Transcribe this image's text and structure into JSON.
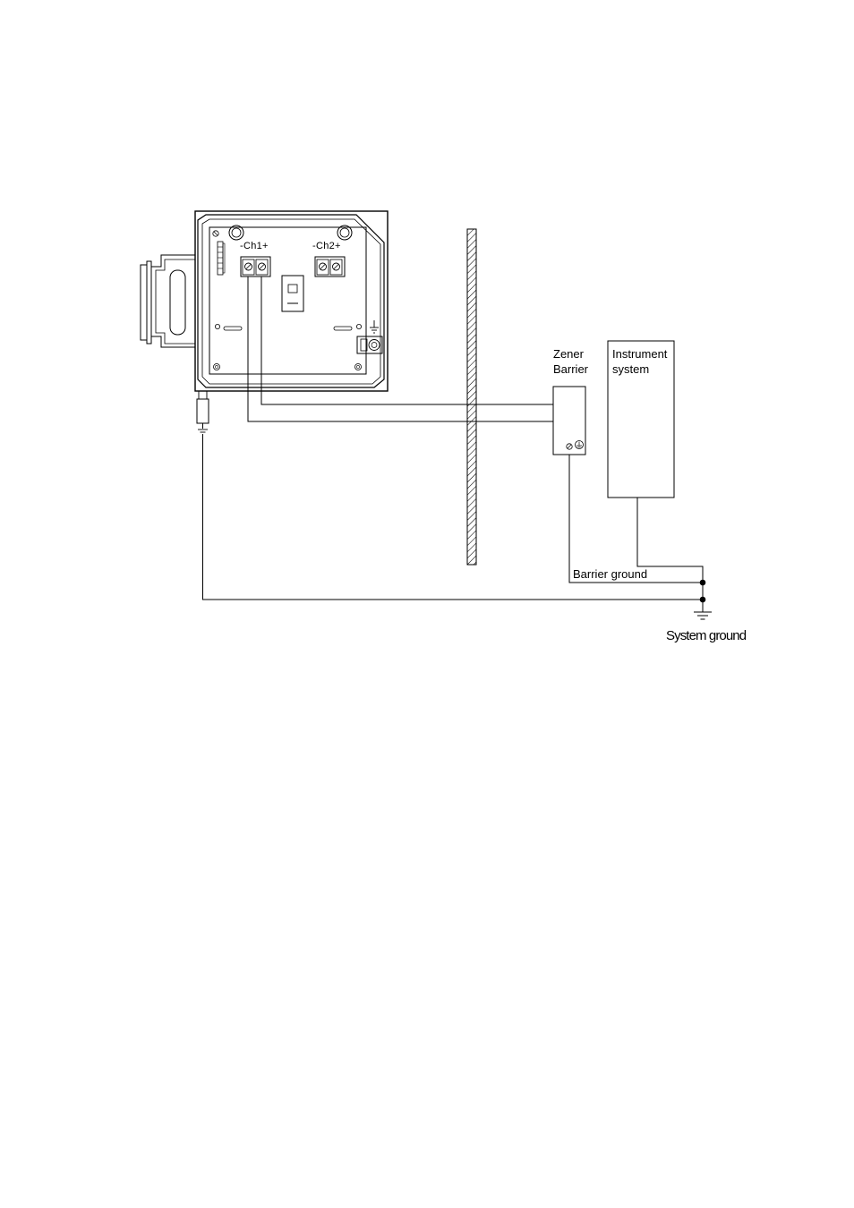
{
  "device": {
    "channel1_label": "-Ch1+",
    "channel2_label": "-Ch2+"
  },
  "zener_barrier": {
    "label_line1": "Zener",
    "label_line2": "Barrier"
  },
  "instrument_system": {
    "label_line1": "Instrument",
    "label_line2": "system"
  },
  "barrier_ground_label": "Barrier ground",
  "system_ground_label": "System ground",
  "colors": {
    "line": "#000000",
    "background": "#ffffff"
  }
}
